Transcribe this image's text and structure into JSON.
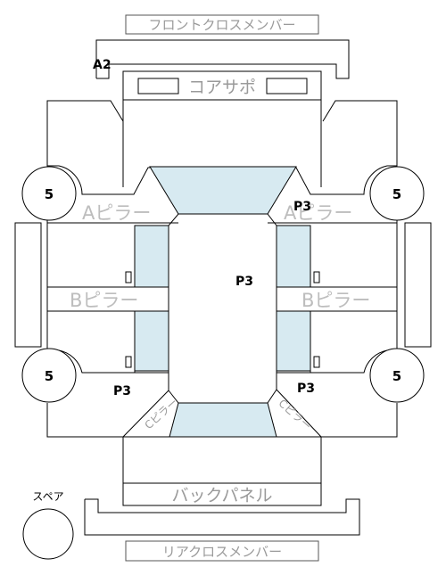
{
  "labels": {
    "front_cross_member": "フロントクロスメンバー",
    "core_support": "コアサポ",
    "a_pillar": "Aピラー",
    "b_pillar": "Bピラー",
    "back_panel": "バックパネル",
    "rear_cross_member": "リアクロスメンバー",
    "spare": "スペア",
    "small_tag": "Cピラー"
  },
  "marks": {
    "a2": "A2",
    "p3": "P3",
    "wheel_value": "5"
  }
}
